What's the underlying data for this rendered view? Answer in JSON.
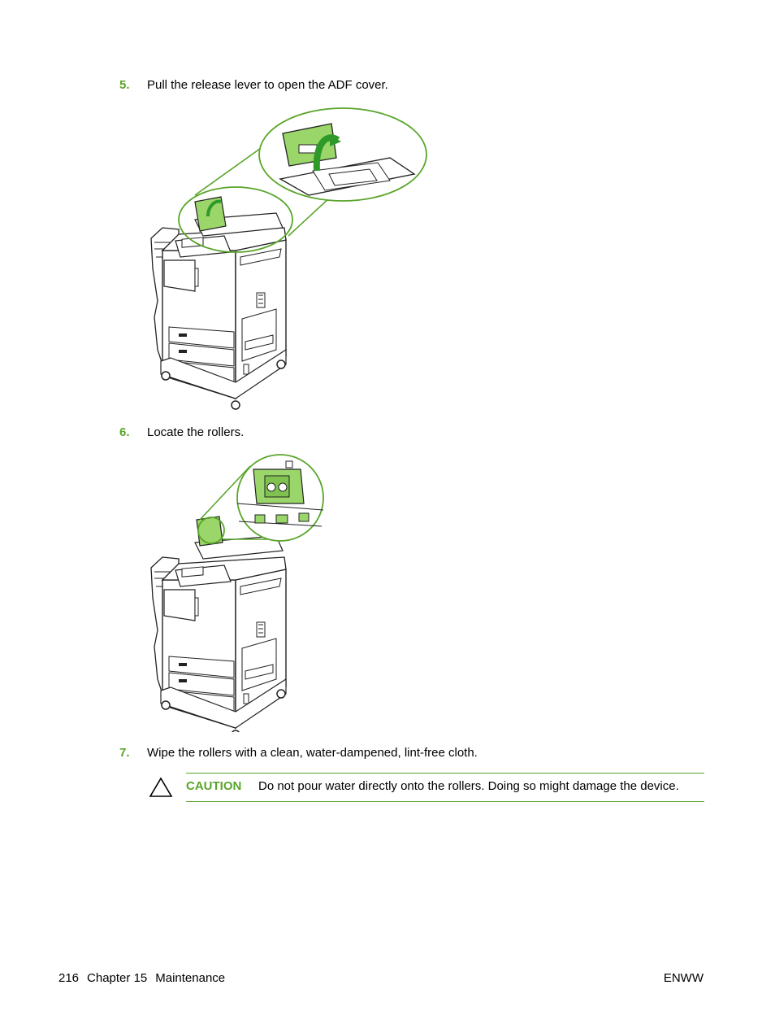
{
  "steps": [
    {
      "number": "5.",
      "text": "Pull the release lever to open the ADF cover."
    },
    {
      "number": "6.",
      "text": "Locate the rollers."
    },
    {
      "number": "7.",
      "text": "Wipe the rollers with a clean, water-dampened, lint-free cloth."
    }
  ],
  "caution": {
    "label": "CAUTION",
    "text": "Do not pour water directly onto the rollers. Doing so might damage the device.",
    "icon": "warning-triangle-icon"
  },
  "footer": {
    "page_number": "216",
    "chapter": "Chapter 15",
    "section": "Maintenance",
    "right": "ENWW"
  },
  "colors": {
    "accent": "#5aa52a",
    "highlight_green": "#9bd66a",
    "arrow_green": "#2f9a2a"
  },
  "figures": [
    {
      "name": "printer-adf-cover-open-figure"
    },
    {
      "name": "printer-rollers-figure"
    }
  ]
}
